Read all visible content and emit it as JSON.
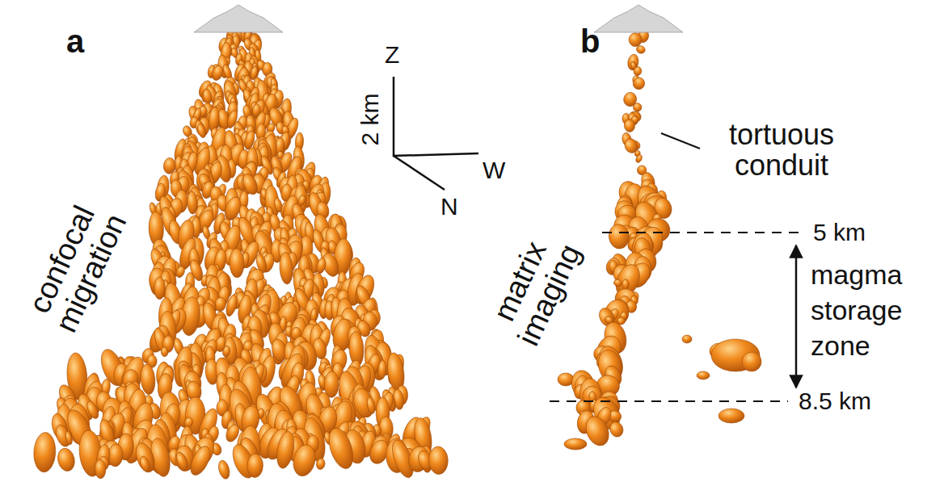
{
  "diagram": {
    "labels": [
      "a",
      "b",
      "Z",
      "2 km",
      "W",
      "N",
      "confocal migration",
      "matrix imaging",
      "tortuous conduit",
      "5 km",
      "magma storage zone",
      "8.5 km"
    ]
  }
}
